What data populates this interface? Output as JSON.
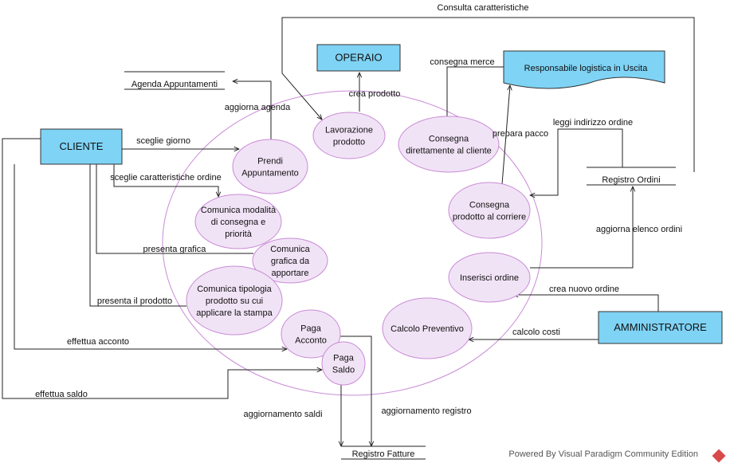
{
  "colors": {
    "entity_fill": "#7fd3f5",
    "entity_stroke": "#333333",
    "process_fill": "#f1e3f6",
    "process_stroke": "#c98bd6",
    "boundary_stroke": "#c98bd6",
    "line": "#222222"
  },
  "entities": {
    "cliente": "CLIENTE",
    "operaio": "OPERAIO",
    "amministratore": "AMMINISTRATORE",
    "responsabile": "Responsabile logistica in Uscita"
  },
  "stores": {
    "agenda": "Agenda Appuntamenti",
    "registro_ordini": "Registro Ordini",
    "registro_fatture": "Registro Fatture"
  },
  "processes": {
    "lavorazione": [
      "Lavorazione",
      "prodotto"
    ],
    "consegna_cliente": [
      "Consegna",
      "direttamente al cliente"
    ],
    "prendi": [
      "Prendi",
      "Appuntamento"
    ],
    "comunica_modalita": [
      "Comunica modalità",
      "di consegna e",
      "priorità"
    ],
    "comunica_grafica": [
      "Comunica",
      "grafica da",
      "apportare"
    ],
    "comunica_tipologia": [
      "Comunica tipologia",
      "prodotto su cui",
      "applicare la stampa"
    ],
    "consegna_corriere": [
      "Consegna",
      "prodotto al corriere"
    ],
    "inserisci": [
      "Inserisci ordine"
    ],
    "calcolo": [
      "Calcolo Preventivo"
    ],
    "paga_acconto": [
      "Paga",
      "Acconto"
    ],
    "paga_saldo": [
      "Paga",
      "Saldo"
    ]
  },
  "flows": {
    "consulta": "Consulta caratteristiche",
    "consegna_merce": "consegna merce",
    "crea_prodotto": "crea prodotto",
    "aggiorna_agenda": "aggiorna agenda",
    "sceglie_giorno": "sceglie giorno",
    "sceglie_caratteristiche": "sceglie caratteristiche ordine",
    "presenta_grafica": "presenta grafica",
    "presenta_prodotto": "presenta il prodotto",
    "effettua_acconto": "effettua acconto",
    "effettua_saldo": "effettua saldo",
    "prepara_pacco": "prepara pacco",
    "leggi_indirizzo": "leggi indirizzo ordine",
    "aggiorna_elenco": "aggiorna elenco ordini",
    "crea_nuovo": "crea nuovo ordine",
    "calcolo_costi": "calcolo costi",
    "aggiornamento_saldi": "aggiornamento saldi",
    "aggiornamento_registro": "aggiornamento registro"
  },
  "watermark": "Powered By  Visual Paradigm Community Edition"
}
